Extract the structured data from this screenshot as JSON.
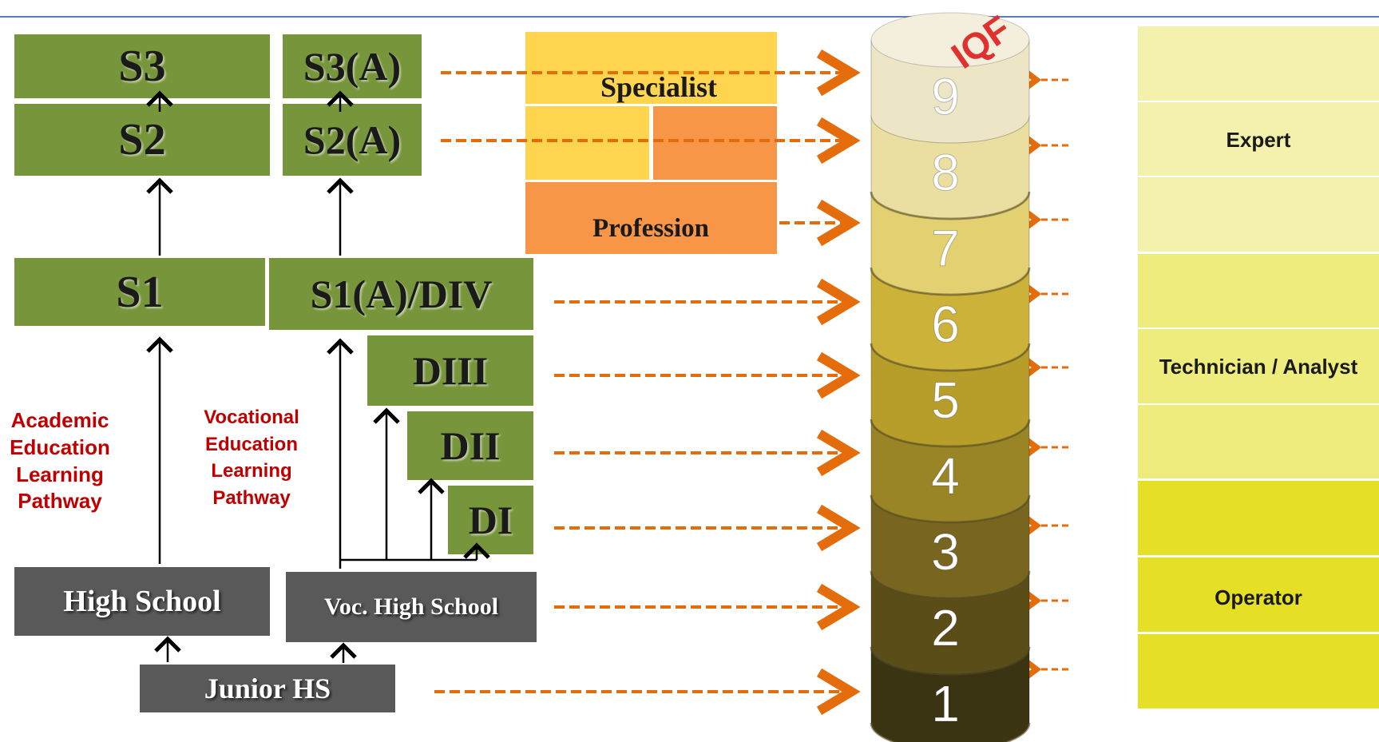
{
  "academic": {
    "s3": "S3",
    "s2": "S2",
    "s1": "S1",
    "high_school": "High School",
    "pathway_label": [
      "Academic",
      "Education",
      "Learning",
      "Pathway"
    ]
  },
  "vocational": {
    "s3a": "S3(A)",
    "s2a": "S2(A)",
    "s1a": "S1(A)/DIV",
    "d3": "DIII",
    "d2": "DII",
    "d1": "DI",
    "voc_high_school": "Voc. High School",
    "pathway_label": [
      "Vocational",
      "Education",
      "Learning",
      "Pathway"
    ]
  },
  "junior_hs": "Junior HS",
  "jobs": {
    "specialist": "Specialist",
    "profession": "Profession"
  },
  "iqf": {
    "title": "IQF",
    "levels": [
      "1",
      "2",
      "3",
      "4",
      "5",
      "6",
      "7",
      "8",
      "9"
    ]
  },
  "qualification_bands": {
    "expert": "Expert",
    "technician": "Technician / Analyst",
    "operator": "Operator"
  },
  "colors": {
    "green_box": "#77953a",
    "gray_box": "#595959",
    "arrow_orange": "#e46c0a",
    "pathway_red": "#c00000",
    "specialist": "#ffd44f",
    "profession": "#f79646",
    "band_expert": "#f2f0a0",
    "band_technician": "#ecea78",
    "band_operator": "#e2dd2a"
  }
}
